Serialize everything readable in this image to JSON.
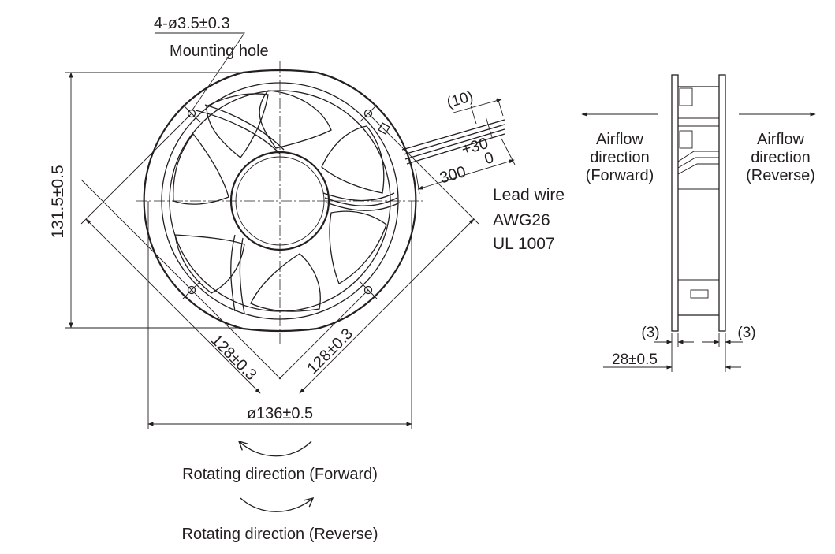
{
  "front_view": {
    "hole_spec": "4-ø3.5±0.3",
    "hole_label": "Mounting hole",
    "height_dim": "131.5±0.5",
    "diag_left": "128±0.3",
    "diag_right": "128±0.3",
    "diameter_dim": "ø136±0.5",
    "lead_ref": "(10)",
    "lead_len": "300",
    "lead_tol_plus": "+30",
    "lead_tol_minus": "0",
    "wire_label_1": "Lead wire",
    "wire_label_2": "AWG26",
    "wire_label_3": "UL 1007"
  },
  "rotation": {
    "forward": "Rotating direction (Forward)",
    "reverse": "Rotating direction (Reverse)"
  },
  "side_view": {
    "forward_1": "Airflow",
    "forward_2": "direction",
    "forward_3": "(Forward)",
    "reverse_1": "Airflow",
    "reverse_2": "direction",
    "reverse_3": "(Reverse)",
    "flange_left": "(3)",
    "flange_right": "(3)",
    "depth_dim": "28±0.5"
  }
}
